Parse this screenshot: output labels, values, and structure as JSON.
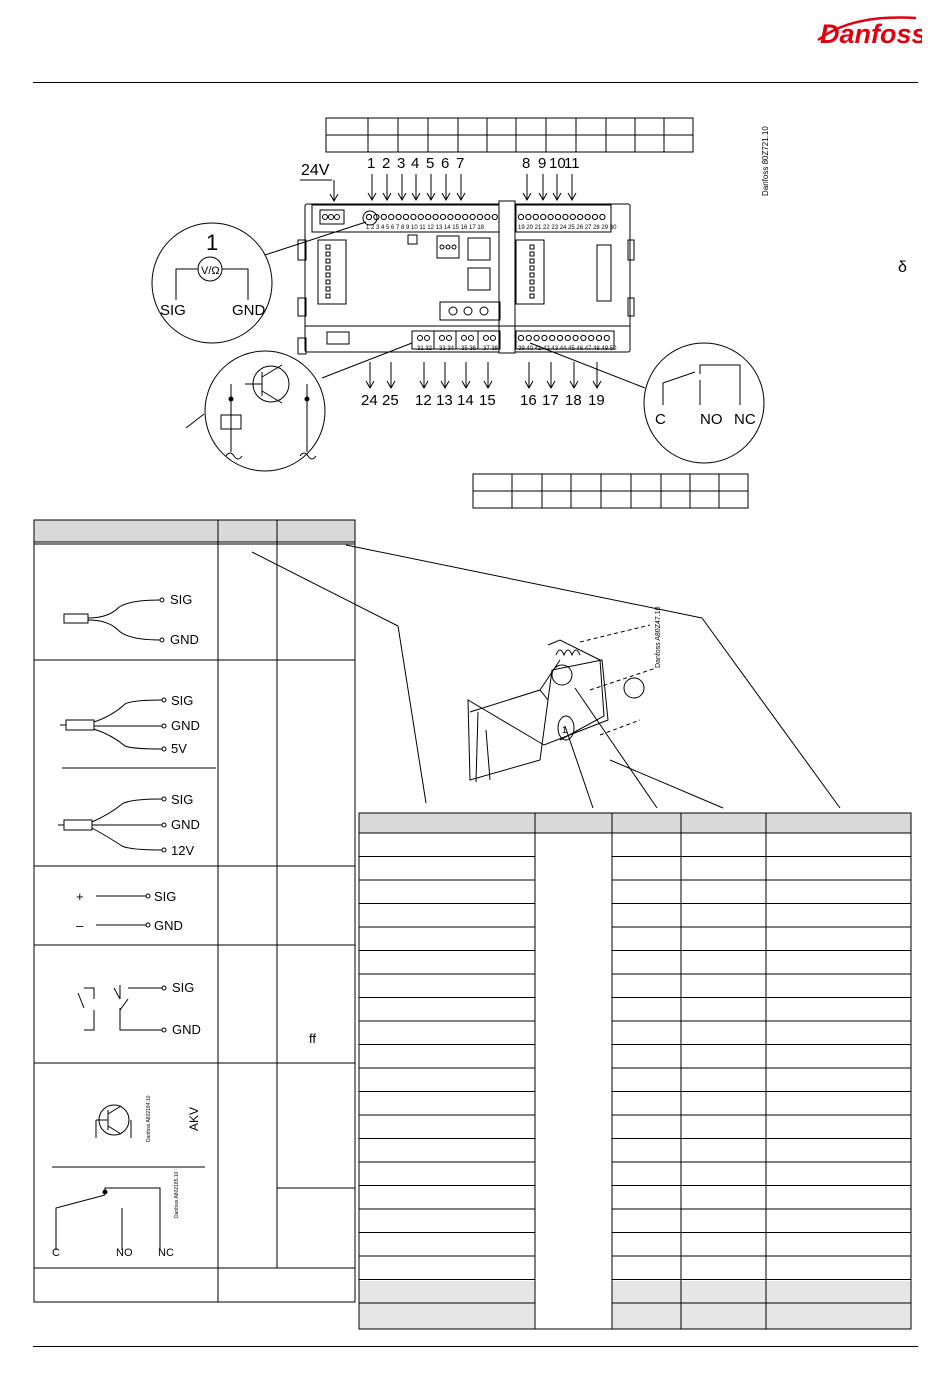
{
  "brand": {
    "logo_text": "Danfoss",
    "logo_color": "#e2000f"
  },
  "controller": {
    "supply_label": "24V",
    "top_terminals_left": [
      "1",
      "2",
      "3",
      "4",
      "5",
      "6",
      "7"
    ],
    "top_terminals_right": [
      "8",
      "9",
      "10",
      "11"
    ],
    "bottom_terminals_left": [
      "24",
      "25",
      "12",
      "13",
      "14",
      "15"
    ],
    "bottom_terminals_right": [
      "16",
      "17",
      "18",
      "19"
    ],
    "top_strip_left_numbers": "1 2 3 4 5 6 7 8 9 10 11 12 13 14 15 16 17 18",
    "top_strip_right_numbers": "19 20 21 22 23 24 25 26 27 28 29 30",
    "bottom_strip_numbers": [
      "31 32",
      "33 34",
      "35 36",
      "37 38"
    ],
    "bottom_strip_right_numbers": "39 40 41 42 43 44 45 46 47 48 49 50",
    "drawing_code": "Danfoss 80Z721.10",
    "side_glyph": "δ"
  },
  "callouts": {
    "analog_input": {
      "number": "1",
      "meter": "V/Ω",
      "sig": "SIG",
      "gnd": "GND"
    },
    "relay_output": {
      "c": "C",
      "no": "NO",
      "nc": "NC"
    }
  },
  "input_table": {
    "rows": [
      {
        "terminals": [
          "SIG",
          "GND"
        ],
        "col3": ""
      },
      {
        "terminals": [
          "SIG",
          "GND",
          "5V"
        ],
        "terminals_b": [
          "SIG",
          "GND",
          "12V"
        ],
        "col3": ""
      },
      {
        "terminals": [
          "SIG",
          "GND"
        ],
        "plus": "+",
        "minus": "–",
        "col3": ""
      },
      {
        "terminals": [
          "SIG",
          "GND"
        ],
        "col3": "ff"
      },
      {
        "akv_label": "AKV",
        "codes": [
          "Danfoss A802184.10",
          "Danfoss A802185.10"
        ],
        "relay": [
          "C",
          "NO",
          "NC"
        ]
      }
    ]
  },
  "module": {
    "drawing_code": "Danfoss A80Z47.10",
    "number": "1"
  },
  "big_table": {
    "row_count": 21
  }
}
